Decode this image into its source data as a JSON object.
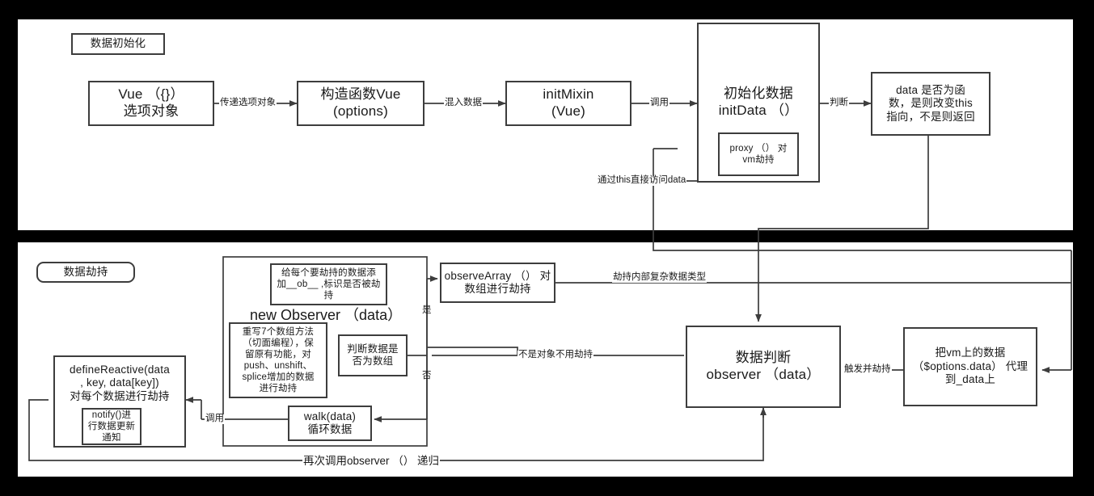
{
  "diagram": {
    "title_top": "数据初始化",
    "title_bottom": "数据劫持",
    "colors": {
      "background": "#000000",
      "panel": "#ffffff",
      "stroke": "#3d3d3d",
      "text": "#1a1a1a"
    }
  },
  "top_section": {
    "header_label": "数据初始化",
    "nodes": {
      "vue_entry": "Vue （{}）\n选项对象",
      "vue_entry_line1": "Vue （{}）",
      "vue_entry_line2": "选项对象",
      "constructor_line1": "构造函数Vue",
      "constructor_line2": "(options)",
      "init_mixin_line1": "initMixin",
      "init_mixin_line2": "(Vue)",
      "init_data_line1": "初始化数据",
      "init_data_line2": "initData （）",
      "proxy_line1": "proxy （） 对",
      "proxy_line2": "vm劫持",
      "data_fn_line1": "data 是否为函",
      "data_fn_line2": "数，是则改变this",
      "data_fn_line3": "指向，不是则返回"
    },
    "edges": {
      "pass_options": "传递选项对象",
      "mix_data": "混入数据",
      "invoke": "调用",
      "judge": "判断",
      "access_via_this": "通过this直接访问data"
    }
  },
  "bottom_section": {
    "header_label": "数据劫持",
    "nodes": {
      "observer_group_title": "new Observer （data）",
      "add_ob_line1": "给每个要劫持的数据添",
      "add_ob_line2": "加__ob__ ,标识是否被劫",
      "add_ob_line3": "持",
      "rewrite_line1": "重写7个数组方法",
      "rewrite_line2": "（切面编程），保",
      "rewrite_line3": "留原有功能，对",
      "rewrite_line4": "push、unshift、",
      "rewrite_line5": "splice增加的数据",
      "rewrite_line6": "进行劫持",
      "is_array_line1": "判断数据是",
      "is_array_line2": "否为数组",
      "walk_line1": "walk(data)",
      "walk_line2": "循环数据",
      "observe_array_line1": "observeArray （） 对",
      "observe_array_line2": "数组进行劫持",
      "define_reactive_line1": "defineReactive(data",
      "define_reactive_line2": ", key, data[key])",
      "define_reactive_line3": "对每个数据进行劫持",
      "notify_line1": "notify()进",
      "notify_line2": "行数据更新",
      "notify_line3": "通知",
      "observer_judge_line1": "数据判断",
      "observer_judge_line2": "observer （data）",
      "proxy_to_data_line1": "把vm上的数据",
      "proxy_to_data_line2": "（$options.data） 代理",
      "proxy_to_data_line3": "到_data上"
    },
    "edges": {
      "yes": "是",
      "no": "否",
      "invoke": "调用",
      "hijack_inner": "劫持内部复杂数据类型",
      "not_object": "不是对象不用劫持",
      "trigger_hijack": "触发并劫持",
      "recursive_observer": "再次调用observer （） 递归"
    }
  }
}
